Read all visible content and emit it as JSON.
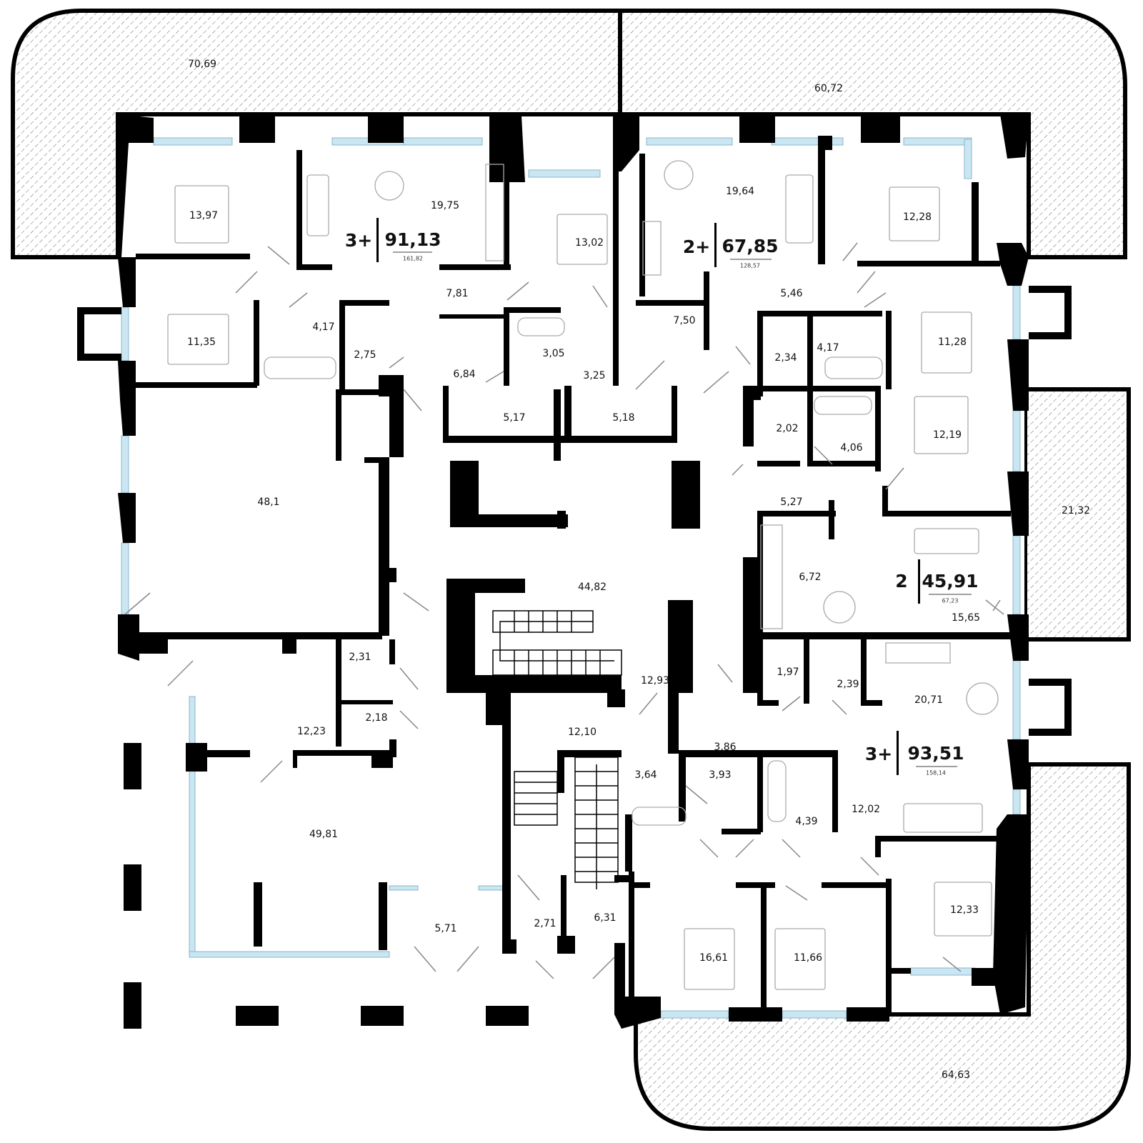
{
  "colors": {
    "wall": "#000000",
    "window": "#c9e6f2",
    "hatch": "#555555",
    "background": "#ffffff"
  },
  "apartments": [
    {
      "type": "3+",
      "area": "91,13",
      "total": "161,82"
    },
    {
      "type": "2+",
      "area": "67,85",
      "total": "128,57"
    },
    {
      "type": "2",
      "area": "45,91",
      "total": "67,23"
    },
    {
      "type": "3+",
      "area": "93,51",
      "total": "158,14"
    }
  ],
  "terraces": [
    {
      "label": "70,69"
    },
    {
      "label": "60,72"
    },
    {
      "label": "21,32"
    },
    {
      "label": "64,63"
    }
  ],
  "rooms": [
    {
      "label": "13,97"
    },
    {
      "label": "19,75"
    },
    {
      "label": "13,02"
    },
    {
      "label": "7,81"
    },
    {
      "label": "11,35"
    },
    {
      "label": "4,17"
    },
    {
      "label": "2,75"
    },
    {
      "label": "3,05"
    },
    {
      "label": "6,84"
    },
    {
      "label": "3,25"
    },
    {
      "label": "5,17"
    },
    {
      "label": "5,18"
    },
    {
      "label": "48,1"
    },
    {
      "label": "19,64"
    },
    {
      "label": "12,28"
    },
    {
      "label": "7,50"
    },
    {
      "label": "5,46"
    },
    {
      "label": "2,34"
    },
    {
      "label": "4,17"
    },
    {
      "label": "11,28"
    },
    {
      "label": "2,02"
    },
    {
      "label": "4,06"
    },
    {
      "label": "12,19"
    },
    {
      "label": "5,27"
    },
    {
      "label": "6,72"
    },
    {
      "label": "15,65"
    },
    {
      "label": "44,82"
    },
    {
      "label": "12,93"
    },
    {
      "label": "2,31"
    },
    {
      "label": "2,18"
    },
    {
      "label": "12,23"
    },
    {
      "label": "12,10"
    },
    {
      "label": "1,97"
    },
    {
      "label": "2,39"
    },
    {
      "label": "20,71"
    },
    {
      "label": "3,86"
    },
    {
      "label": "3,64"
    },
    {
      "label": "3,93"
    },
    {
      "label": "4,39"
    },
    {
      "label": "12,02"
    },
    {
      "label": "49,81"
    },
    {
      "label": "2,71"
    },
    {
      "label": "6,31"
    },
    {
      "label": "5,71"
    },
    {
      "label": "12,33"
    },
    {
      "label": "16,61"
    },
    {
      "label": "11,66"
    }
  ]
}
